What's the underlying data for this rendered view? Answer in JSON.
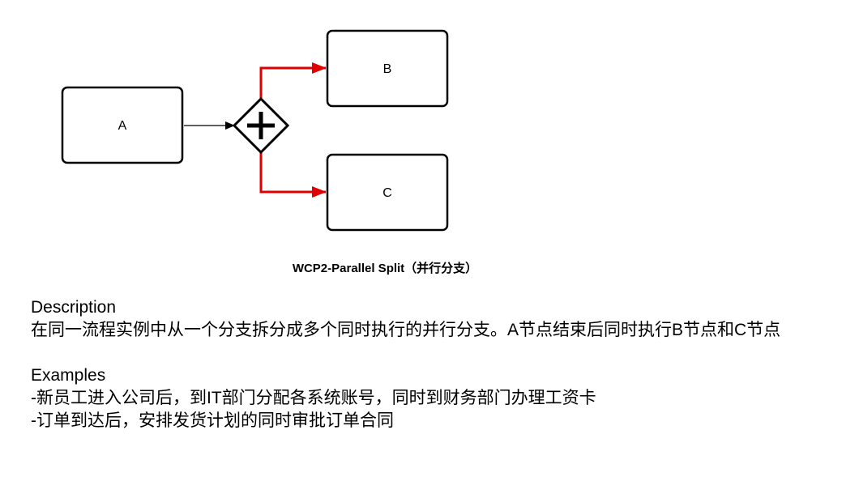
{
  "diagram": {
    "nodes": {
      "a": "A",
      "b": "B",
      "c": "C"
    },
    "gateway_icon": "plus-icon",
    "colors": {
      "stroke": "#000000",
      "highlight_flow": "#e00000",
      "node_fill": "#ffffff"
    }
  },
  "caption": "WCP2-Parallel Split（并行分支）",
  "description": {
    "heading": "Description",
    "body": "在同一流程实例中从一个分支拆分成多个同时执行的并行分支。A节点结束后同时执行B节点和C节点"
  },
  "examples": {
    "heading": "Examples",
    "items": [
      "-新员工进入公司后，到IT部门分配各系统账号，同时到财务部门办理工资卡",
      "-订单到达后，安排发货计划的同时审批订单合同"
    ]
  }
}
